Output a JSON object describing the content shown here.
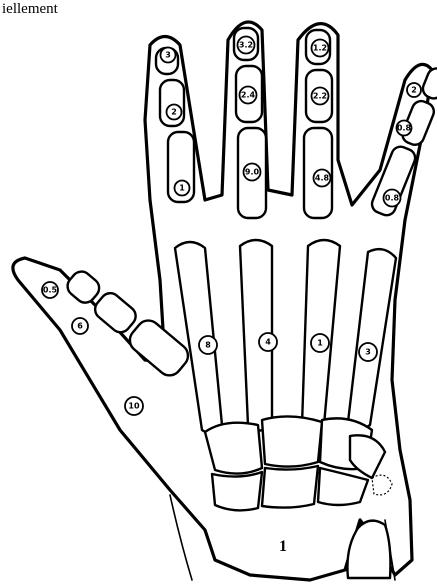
{
  "caption": "iellement",
  "figure_number": "1",
  "labels": [
    {
      "id": "f5-distal",
      "text": "3"
    },
    {
      "id": "f5-middle",
      "text": "2"
    },
    {
      "id": "f5-proximal",
      "text": "1"
    },
    {
      "id": "f4-distal",
      "text": "3.2"
    },
    {
      "id": "f4-middle",
      "text": "2.4"
    },
    {
      "id": "f4-proximal",
      "text": "9.0"
    },
    {
      "id": "f3-distal",
      "text": "1.2"
    },
    {
      "id": "f3-middle",
      "text": "2.2"
    },
    {
      "id": "f3-proximal",
      "text": "4.8"
    },
    {
      "id": "f2-distal",
      "text": "2"
    },
    {
      "id": "f2-middle",
      "text": "0.8"
    },
    {
      "id": "f2-proximal",
      "text": "0.8"
    },
    {
      "id": "m5",
      "text": "8"
    },
    {
      "id": "m4",
      "text": "4"
    },
    {
      "id": "m3",
      "text": "1"
    },
    {
      "id": "m2",
      "text": "3"
    },
    {
      "id": "thumb-distal",
      "text": "0.5"
    },
    {
      "id": "thumb-proximal",
      "text": "6"
    },
    {
      "id": "thumb-meta",
      "text": "10"
    }
  ]
}
